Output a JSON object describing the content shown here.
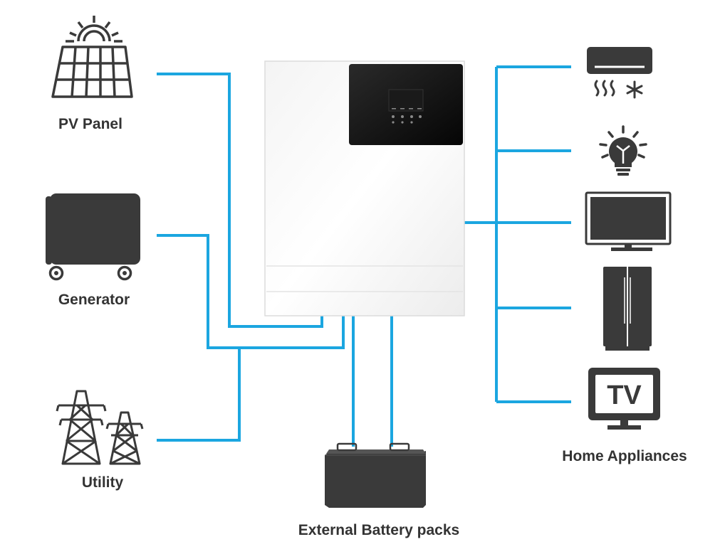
{
  "labels": {
    "pv_panel": "PV Panel",
    "generator": "Generator",
    "utility": "Utility",
    "battery": "External Battery packs",
    "home": "Home Appliances"
  },
  "appliances": {
    "tv_text": "TV"
  },
  "colors": {
    "wire": "#1ba6e0",
    "icon": "#3a3a3a",
    "label": "#333333",
    "screen": "#111111"
  },
  "icons": [
    "solar-panel-icon",
    "generator-icon",
    "power-tower-icon",
    "inverter-icon",
    "battery-icon",
    "air-conditioner-icon",
    "light-bulb-icon",
    "monitor-icon",
    "refrigerator-icon",
    "tv-icon"
  ]
}
